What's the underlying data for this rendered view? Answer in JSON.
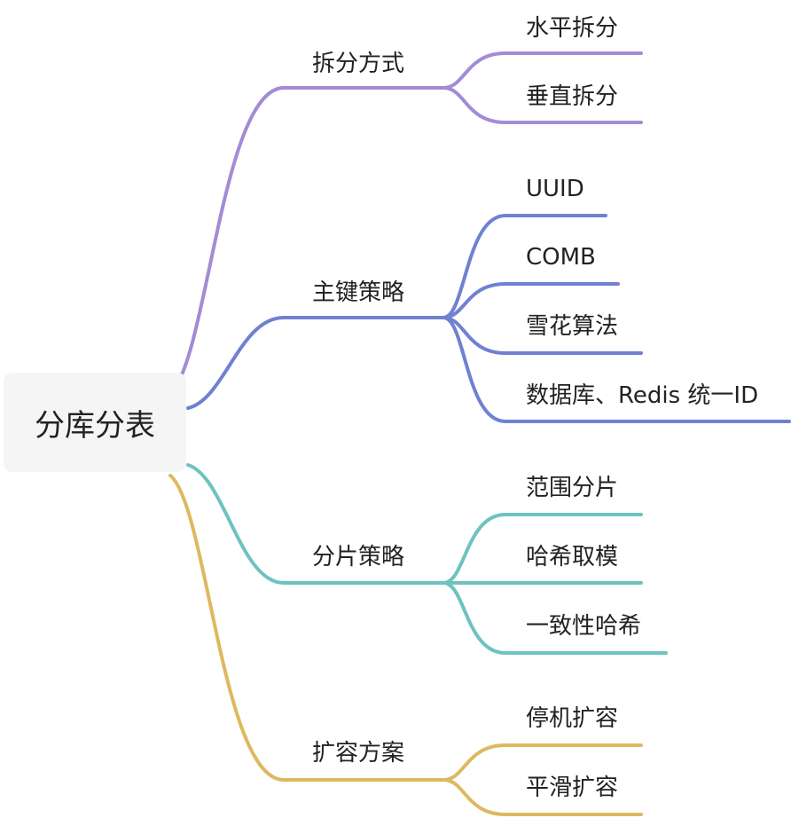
{
  "root": {
    "label": "分库分表"
  },
  "branches": [
    {
      "label": "拆分方式",
      "color": "#a38bd6",
      "children": [
        "水平拆分",
        "垂直拆分"
      ]
    },
    {
      "label": "主键策略",
      "color": "#7081d2",
      "children": [
        "UUID",
        "COMB",
        "雪花算法",
        "数据库、Redis 统一ID"
      ]
    },
    {
      "label": "分片策略",
      "color": "#6cc3c0",
      "children": [
        "范围分片",
        "哈希取模",
        "一致性哈希"
      ]
    },
    {
      "label": "扩容方案",
      "color": "#ddb95f",
      "children": [
        "停机扩容",
        "平滑扩容"
      ]
    }
  ]
}
